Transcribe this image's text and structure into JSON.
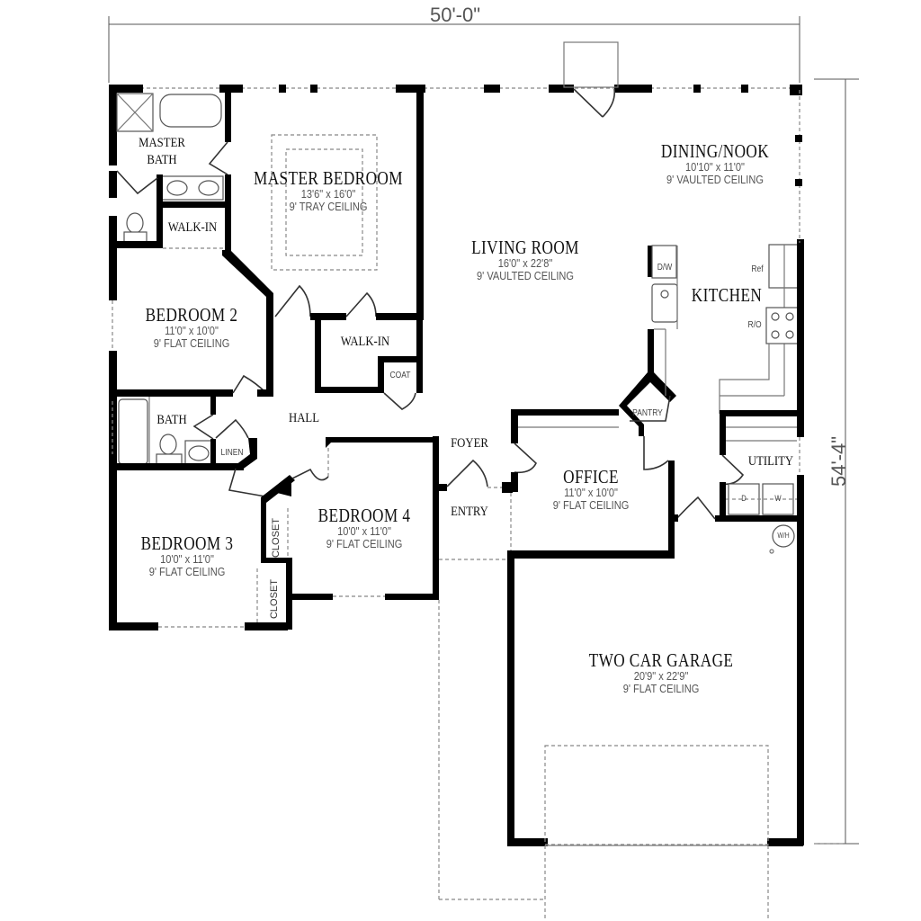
{
  "plan": {
    "overall_width": "50'-0\"",
    "overall_depth": "54'-4\""
  },
  "rooms": {
    "master_bath": {
      "name_line1": "MASTER",
      "name_line2": "BATH"
    },
    "master_bedroom": {
      "name": "MASTER BEDROOM",
      "size": "13'6\" x 16'0\"",
      "ceiling": "9' TRAY CEILING"
    },
    "master_walkin": {
      "name": "WALK-IN"
    },
    "living_room": {
      "name": "LIVING ROOM",
      "size": "16'0\" x 22'8\"",
      "ceiling": "9' VAULTED CEILING"
    },
    "dining_nook": {
      "name": "DINING/NOOK",
      "size": "10'10\" x 11'0\"",
      "ceiling": "9' VAULTED CEILING"
    },
    "kitchen": {
      "name": "KITCHEN"
    },
    "bedroom_2": {
      "name": "BEDROOM 2",
      "size": "11'0\" x 10'0\"",
      "ceiling": "9' FLAT CEILING"
    },
    "walkin_2": {
      "name": "WALK-IN"
    },
    "coat": {
      "name": "COAT"
    },
    "bath": {
      "name": "BATH"
    },
    "linen": {
      "name": "LINEN"
    },
    "hall": {
      "name": "HALL"
    },
    "foyer": {
      "name": "FOYER"
    },
    "entry": {
      "name": "ENTRY"
    },
    "office": {
      "name": "OFFICE",
      "size": "11'0\" x 10'0\"",
      "ceiling": "9' FLAT CEILING"
    },
    "pantry": {
      "name": "PANTRY"
    },
    "utility": {
      "name": "UTILITY"
    },
    "bedroom_3": {
      "name": "BEDROOM 3",
      "size": "10'0\" x 11'0\"",
      "ceiling": "9' FLAT CEILING"
    },
    "bedroom_4": {
      "name": "BEDROOM 4",
      "size": "10'0\" x 11'0\"",
      "ceiling": "9' FLAT CEILING"
    },
    "closet_a": {
      "name": "CLOSET"
    },
    "closet_b": {
      "name": "CLOSET"
    },
    "garage": {
      "name": "TWO CAR GARAGE",
      "size": "20'9\" x 22'9\"",
      "ceiling": "9' FLAT CEILING"
    }
  },
  "fixtures": {
    "dishwasher": "D/W",
    "refrigerator": "Ref",
    "range_oven": "R/O",
    "water_heater": "W/H",
    "washer": "W",
    "dryer": "D"
  }
}
